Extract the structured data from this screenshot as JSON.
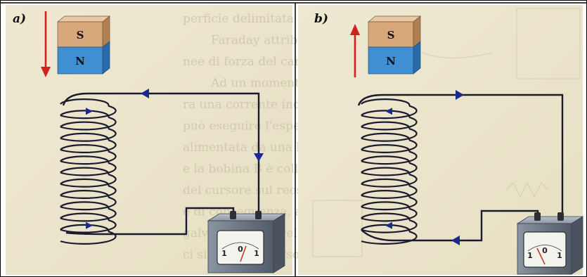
{
  "panels": [
    {
      "label": "a)",
      "magnet": {
        "top_pole": "S",
        "bottom_pole": "N",
        "motion": "down"
      },
      "meter": {
        "left": "1",
        "center": "0",
        "right": "1"
      }
    },
    {
      "label": "b)",
      "magnet": {
        "top_pole": "S",
        "bottom_pole": "N",
        "motion": "up"
      },
      "meter": {
        "left": "1",
        "center": "0",
        "right": "1"
      }
    }
  ],
  "background_text": [
    "perficie delimitata da ciascuna spi",
    "Faraday attribuì la variazione",
    "nee di forza del campo magnetico",
    "Ad un momento in cui tra che, qua",
    "ra una corrente indotta in un circu",
    "può eseguire l'esperienza rappr",
    "alimentata da una batteria, un cir",
    "e la bobina B è collegata a un mi",
    "del cursore sul reostato, tra l'int",
    "e di conseguenza, anche",
    "galvanometro rivela una corre",
    "ci si muove il cursore."
  ],
  "colors": {
    "background": "#ece6cd",
    "magnet_south": "#d8a77a",
    "magnet_north": "#3f8fd2",
    "arrow": "#d21f1f",
    "wire": "#1a1a2e",
    "wire_arrow": "#1a2a8c",
    "meter_body": "#6e7a86"
  }
}
